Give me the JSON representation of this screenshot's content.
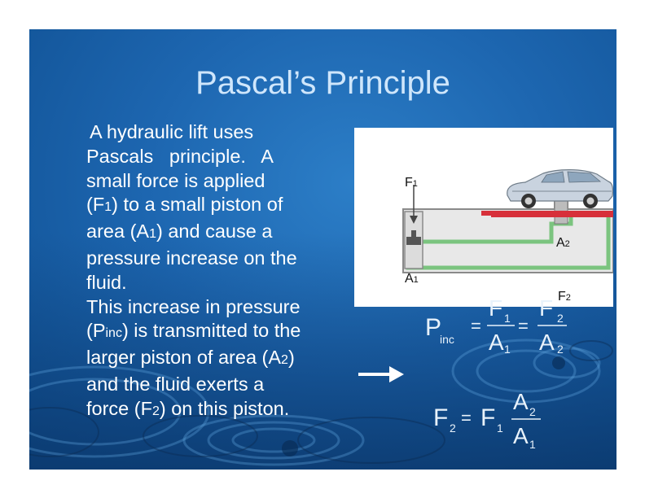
{
  "slide": {
    "title": "Pascal’s Principle",
    "paragraph1": {
      "line1": "A hydraulic lift uses",
      "line2": "Pascals   principle.   A",
      "line3": "small force is applied",
      "line4a": "(F",
      "line4sub": "1",
      "line4b": ") to a small piston of",
      "line5a": "area (A",
      "line5sub": "1",
      "line5b": ") and cause a",
      "line6": "pressure increase on the",
      "line7": "fluid."
    },
    "paragraph2": {
      "line1": "This increase in pressure",
      "line2a": "(P",
      "line2sub": "inc",
      "line2b": ") is transmitted to the",
      "line3a": "larger piston of area (A",
      "line3sub": "2",
      "line3b": ")",
      "line4": "and the fluid exerts a",
      "line5a": "force (F",
      "line5sub": "2",
      "line5b": ") on this piston."
    }
  },
  "diagram": {
    "f1_label": "F",
    "f1_sub": "1",
    "a1_label": "A",
    "a1_sub": "1",
    "a2_label": "A",
    "a2_sub": "2",
    "f2_label": "F",
    "f2_sub": "2"
  },
  "equation1": {
    "p": "P",
    "p_sub": "inc",
    "eq": "=",
    "f1": "F",
    "f1_sub": "1",
    "a1": "A",
    "a1_sub": "1",
    "eq2": "=",
    "f2": "F",
    "f2_sub": "2",
    "a2": "A",
    "a2_sub": "2"
  },
  "equation2": {
    "f2": "F",
    "f2_sub": "2",
    "eq": "=",
    "f1": "F",
    "f1_sub": "1",
    "a2": "A",
    "a2_sub": "2",
    "a1": "A",
    "a1_sub": "1"
  },
  "colors": {
    "slide_blue": "#1d66b0",
    "title_color": "#cfe6fb",
    "lift_red": "#d7303a",
    "fluid_green": "#7bc47f"
  }
}
